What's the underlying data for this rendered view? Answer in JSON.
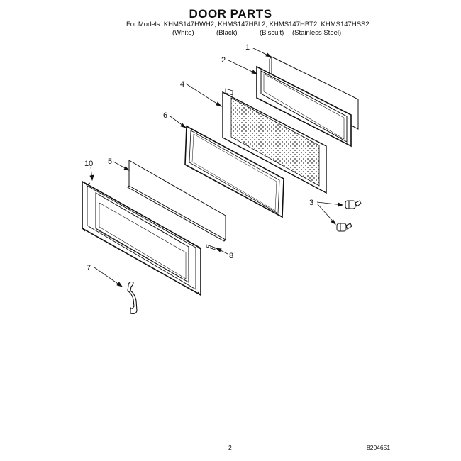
{
  "header": {
    "title": "DOOR PARTS",
    "models_line": "For Models: KHMS147HWH2, KHMS147HBL2, KHMS147HBT2, KHMS147HSS2",
    "variants": [
      "(White)",
      "(Black)",
      "(Biscuit)",
      "(Stainless Steel)"
    ]
  },
  "callouts": [
    "1",
    "2",
    "3",
    "4",
    "5",
    "6",
    "7",
    "8",
    "10"
  ],
  "footer": {
    "page_number": "2",
    "doc_number": "8204651"
  }
}
